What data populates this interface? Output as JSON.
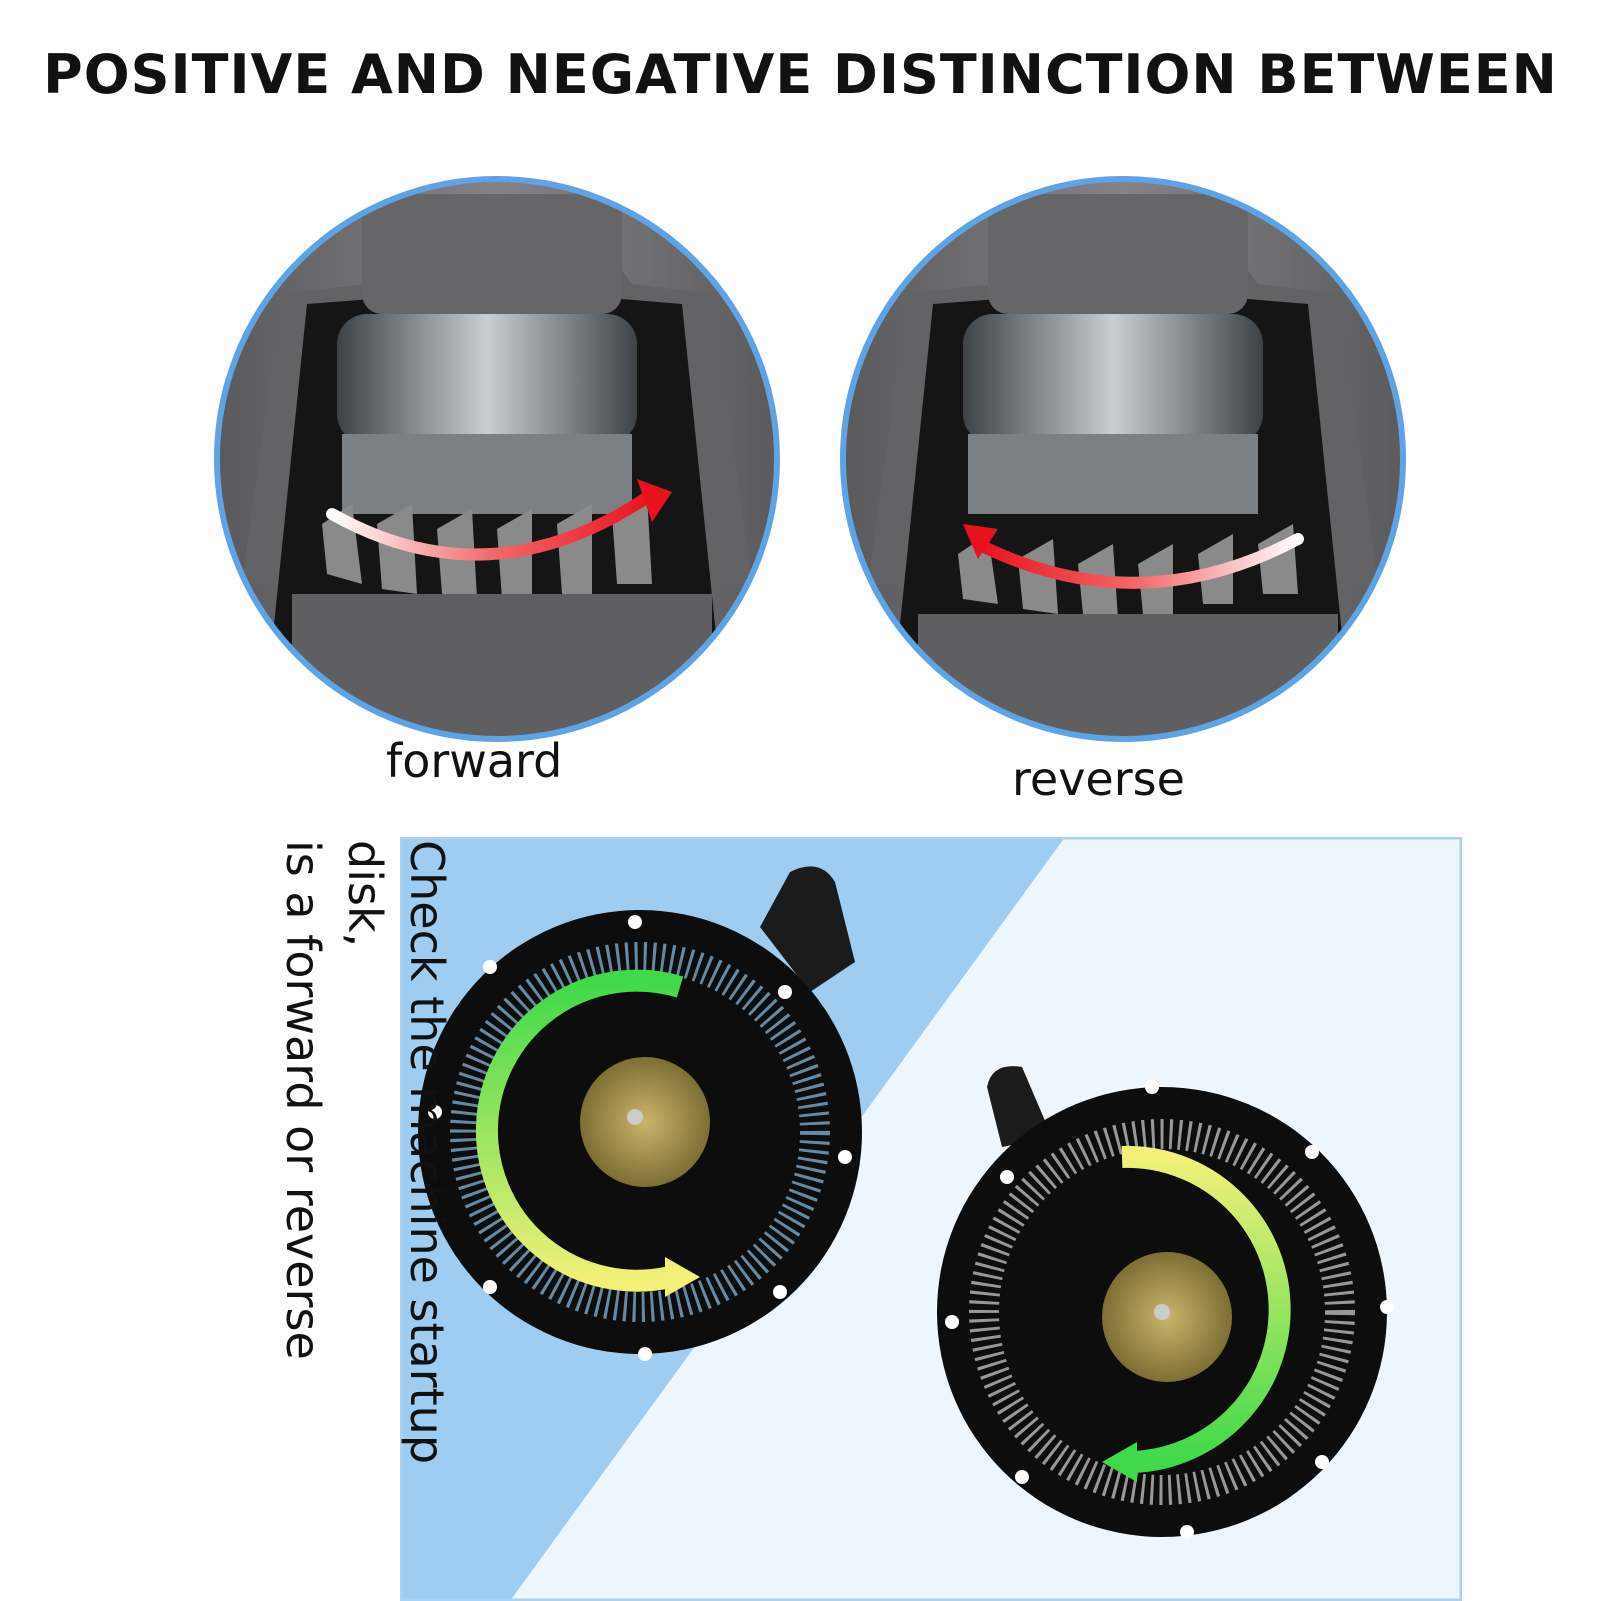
{
  "title": "POSITIVE AND NEGATIVE DISTINCTION BETWEEN",
  "captions": {
    "forward": "forward",
    "reverse": "reverse"
  },
  "side_text": {
    "line1": "Check the machine startup disk,",
    "line2": "is a forward or reverse"
  },
  "colors": {
    "circle_border": "#5ea3e4",
    "metal": "#6b6b6d",
    "panel_left": "#9fcdf2",
    "panel_right": "#eef6fd",
    "arrow_red": "#e8121e",
    "arrow_green": "#3fd94a",
    "arrow_yellow": "#f2f078"
  },
  "icons": {
    "forward_arrow": "curved-arrow-right-icon",
    "reverse_arrow": "curved-arrow-left-icon"
  }
}
